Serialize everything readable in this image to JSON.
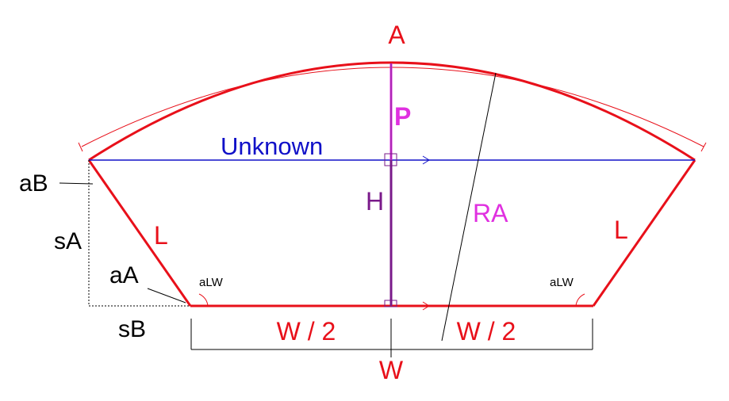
{
  "labels": {
    "A": "A",
    "P": "P",
    "unknown": "Unknown",
    "aB": "aB",
    "H": "H",
    "RA": "RA",
    "L_left": "L",
    "L_right": "L",
    "sA": "sA",
    "aA": "aA",
    "aLW_left": "aLW",
    "aLW_right": "aLW",
    "sB": "sB",
    "W_half_left": "W / 2",
    "W_half_right": "W / 2",
    "W": "W"
  },
  "colors": {
    "red": "#e8101a",
    "blue": "#1010c8",
    "purple": "#7a1a8a",
    "magenta": "#e030e0",
    "black": "#000000"
  }
}
